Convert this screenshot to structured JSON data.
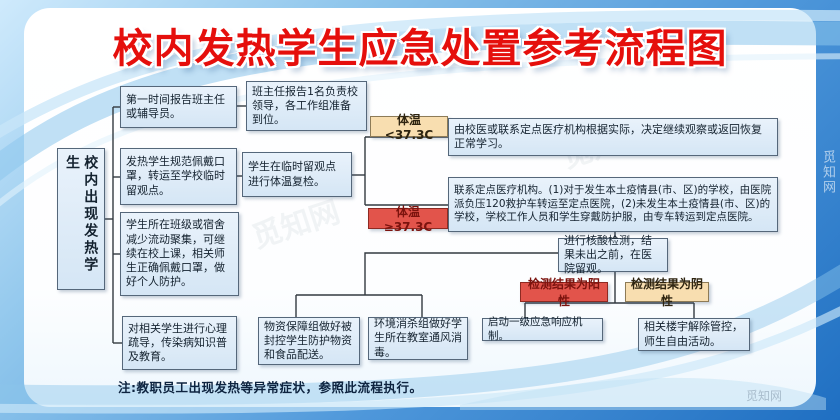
{
  "title": "校内发热学生应急处置参考流程图",
  "note": "注:教职员工出现发热等异常症状，参照此流程执行。",
  "watermark": "觅知网",
  "colors": {
    "title_red": "#e50f0c",
    "frame_blue": "#1f6fc2",
    "node_bg": "#dcebf7",
    "tag_hot_bg": "#e2544b",
    "tag_warm_bg": "#f8deb0"
  },
  "flow": {
    "start": "校内出现发热学生",
    "report_teacher": "第一时间报告班主任或辅导员。",
    "teacher_report_leader": "班主任报告1名负责校领导，各工作组准备到位。",
    "mask_transfer": "发热学生规范佩戴口罩，转运至学校临时留观点。",
    "temp_recheck": "学生在临时留观点进行体温复检。",
    "class_control": "学生所在班级或宿舍减少流动聚集，可继续在校上课，相关师生正确佩戴口罩，做好个人防护。",
    "psych_education": "对相关学生进行心理疏导，传染病知识普及教育。",
    "temp_low_label": "体温<37.3C",
    "temp_low_action": "由校医或联系定点医疗机构根据实际，决定继续观察或返回恢复正常学习。",
    "temp_high_label": "体温≥37.3C",
    "temp_high_action": "联系定点医疗机构。(1)对于发生本土疫情县(市、区)的学校，由医院派负压120救护车转运至定点医院，(2)未发生本土疫情县(市、区)的学校，学校工作人员和学生穿戴防护服，由专车转运到定点医院。",
    "nucleic_test": "进行核酸检测，结果未出之前，在医院留观。",
    "result_positive_label": "检测结果为阳性",
    "result_negative_label": "检测结果为阴性",
    "supplies_group": "物资保障组做好被封控学生防护物资和食品配送。",
    "disinfection_group": "环境消杀组做好学生所在教室通风消毒。",
    "level1_response": "启动一级应急响应机制。",
    "lift_control": "相关楼宇解除管控，师生自由活动。"
  }
}
